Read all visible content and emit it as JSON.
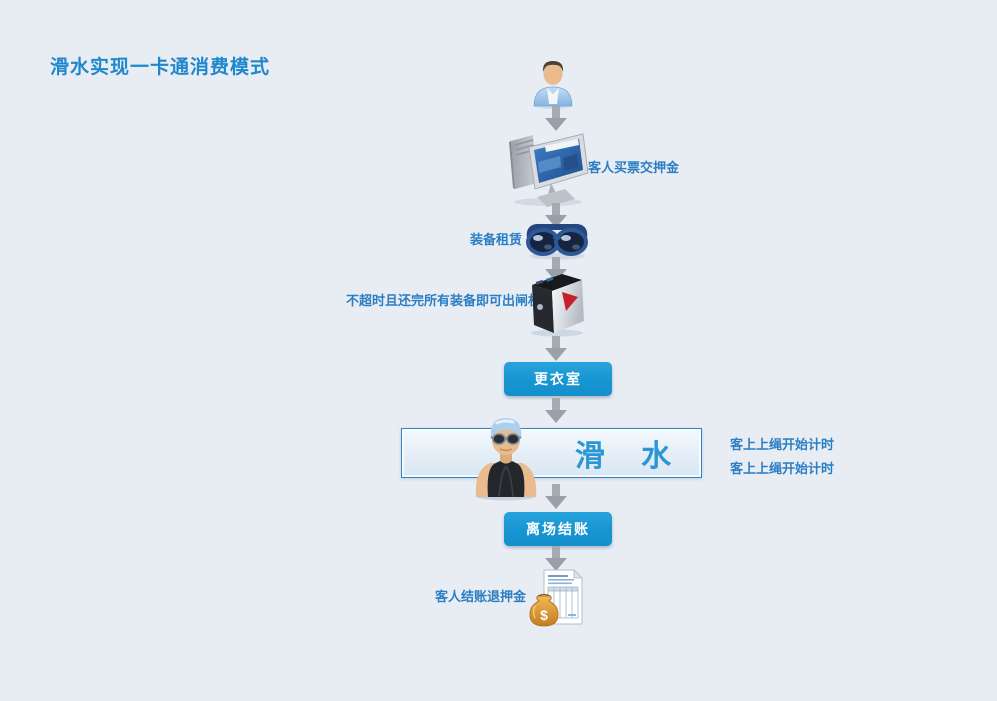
{
  "page": {
    "title": "滑水实现一卡通消费模式"
  },
  "flow": {
    "buy_ticket_label": "客人买票交押金",
    "rental_label": "装备租赁",
    "gate_label": "不超时且还完所有装备即可出闸机",
    "changing_room": "更衣室",
    "activity": "滑 水",
    "timing_notes": [
      "客上上绳开始计时",
      "客上上绳开始计时"
    ],
    "checkout": "离场结账",
    "refund_label": "客人结账退押金"
  },
  "icons": {
    "customer": "customer-icon",
    "pos_computer": "pos-computer-icon",
    "goggles": "goggles-icon",
    "turnstile": "turnstile-icon",
    "swimmer": "swimmer-icon",
    "invoice_moneybag": "invoice-moneybag-icon",
    "arrow": "arrow-down-icon",
    "dollar_sign": "$"
  },
  "colors": {
    "background": "#e8edf4",
    "title": "#1f88cc",
    "label": "#2b7ec3",
    "button": "#1795d2",
    "activity_text": "#2a97d5",
    "box_border": "#2e86c5"
  }
}
